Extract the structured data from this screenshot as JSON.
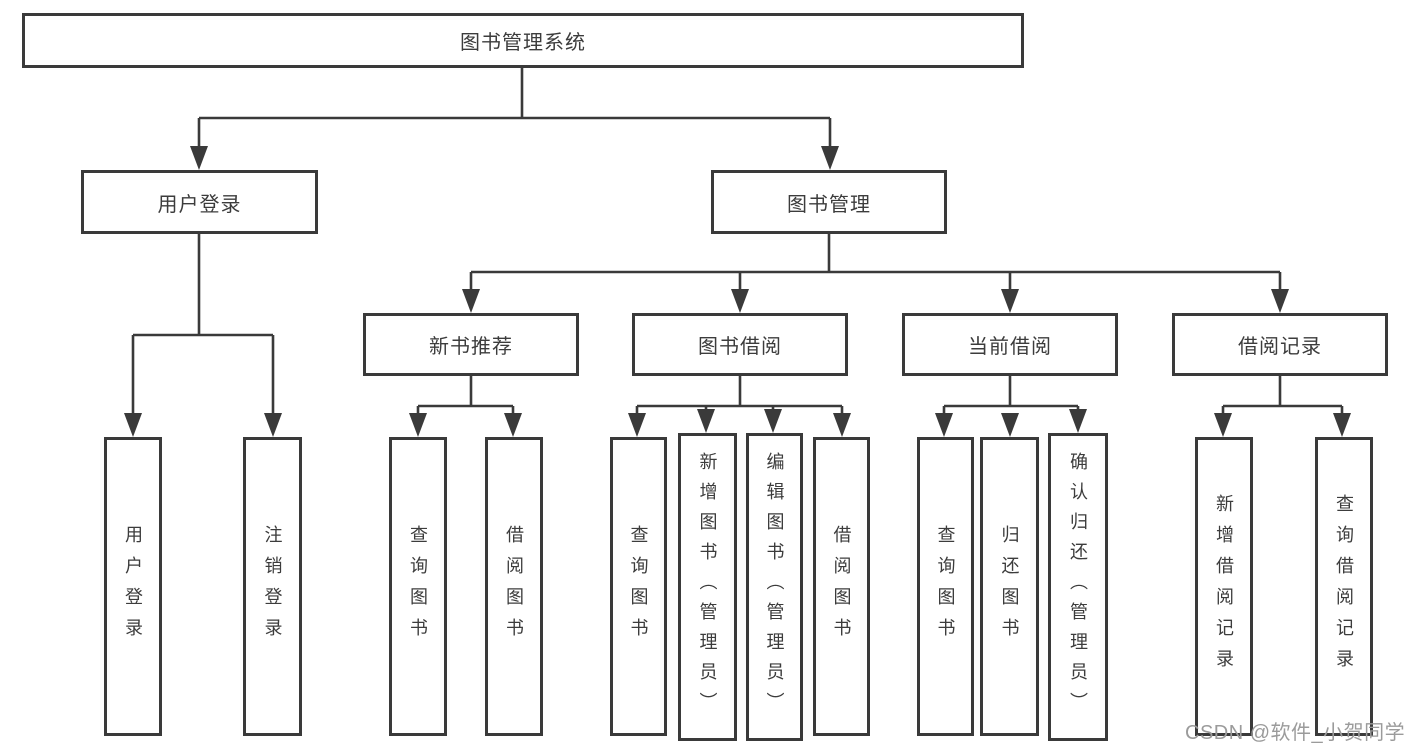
{
  "diagram": {
    "root": {
      "label": "图书管理系统"
    },
    "level2": [
      {
        "label": "用户登录"
      },
      {
        "label": "图书管理"
      }
    ],
    "level3": [
      {
        "label": "新书推荐"
      },
      {
        "label": "图书借阅"
      },
      {
        "label": "当前借阅"
      },
      {
        "label": "借阅记录"
      }
    ],
    "leaves": {
      "user_login": [
        "用户登录",
        "注销登录"
      ],
      "new_book": [
        "查询图书",
        "借阅图书"
      ],
      "book_borrow": [
        "查询图书",
        "新增图书（管理员）",
        "编辑图书（管理员）",
        "借阅图书"
      ],
      "current_borrow": [
        "查询图书",
        "归还图书",
        "确认归还（管理员）"
      ],
      "borrow_record": [
        "新增借阅记录",
        "查询借阅记录"
      ]
    }
  },
  "watermark": {
    "text": "CSDN @软件_小贺同学"
  },
  "colors": {
    "line": "#3a3a3a",
    "box_border": "#3a3a3a",
    "text": "#3c3c3c",
    "watermark": "#9b9b9b",
    "background": "#ffffff"
  }
}
